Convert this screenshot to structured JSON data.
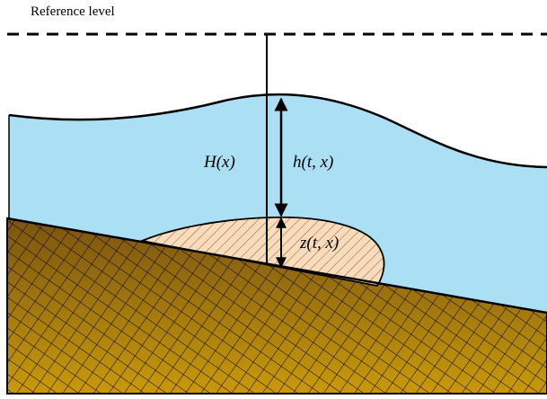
{
  "reference_label": "Reference level",
  "labels": {
    "H": "H(x)",
    "h": "h(t, x)",
    "z": "z(t, x)"
  },
  "colors": {
    "water": "#aadff4",
    "sediment_fill": "#f8dcbc",
    "sediment_hatch": "#8a5a3a",
    "bedrock_top": "#7a5410",
    "bedrock_bottom": "#c89a08",
    "outline": "#000000"
  }
}
